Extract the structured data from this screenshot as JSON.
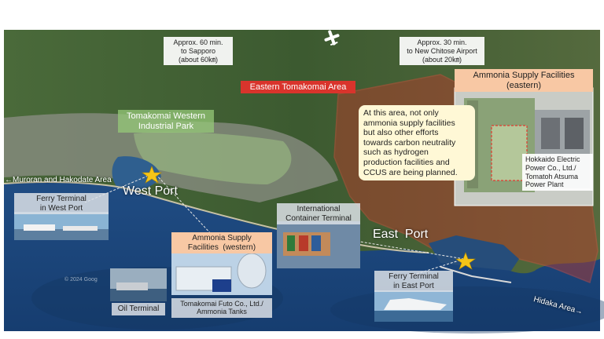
{
  "labels": {
    "sapporo": [
      "Approx. 60 min.",
      "to Sapporo",
      "(about 60㎞)"
    ],
    "airport": [
      "Approx. 30 min.",
      "to New Chitose Airport",
      "(about 20㎞)"
    ],
    "eastern_area": "Eastern Tomakomai Area",
    "western_park": [
      "Tomakomai Western",
      "Industrial Park"
    ],
    "muroran": "←Muroran and Hakodate Area",
    "west_port": "West Port",
    "east_port": "East  Port",
    "hidaka": "Hidaka Area→",
    "ferry_west": [
      "Ferry Terminal",
      "in West Port"
    ],
    "intl_terminal": [
      "International",
      "Container Terminal"
    ],
    "ammonia_west": [
      "Ammonia Supply",
      "Facilities  (western)"
    ],
    "oil_terminal": "Oil Terminal",
    "futo": [
      "Tomakomai Futo Co., Ltd./",
      "Ammonia Tanks"
    ],
    "ferry_east": [
      "Ferry Terminal",
      "in East Port"
    ],
    "ammonia_east": [
      "Ammonia Supply Facilities",
      "(eastern)"
    ],
    "hokkaido_power": [
      "Hokkaido Electric",
      "Power Co., Ltd./",
      "Tomatoh Atsuma",
      "Power Plant"
    ],
    "callout": [
      "At this area, not only",
      "ammonia supply facilities",
      "but also other efforts",
      "towards carbon neutrality",
      "such as hydrogen",
      "production facilities and",
      "CCUS are being planned."
    ],
    "watermark": "© 2024 Goog"
  },
  "colors": {
    "sea": "#1f4f8a",
    "land": "#3f5e35",
    "area_red": "#c0392b",
    "peach": "#f8c8a4",
    "green_tag": "#96c878",
    "star": "#f5c518"
  },
  "icons": [
    "star-icon",
    "airplane-icon"
  ]
}
